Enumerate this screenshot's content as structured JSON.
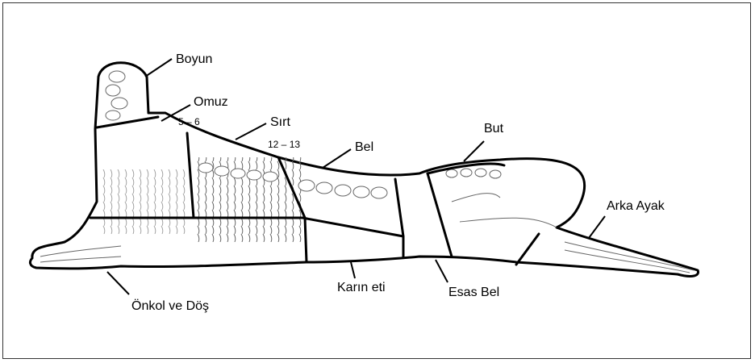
{
  "labels": {
    "boyun": "Boyun",
    "omuz": "Omuz",
    "rib_a": "5 – 6",
    "sirt": "Sırt",
    "rib_b": "12 – 13",
    "bel": "Bel",
    "but": "But",
    "arka_ayak": "Arka Ayak",
    "onkol": "Önkol ve Döş",
    "karin": "Karın eti",
    "esas_bel": "Esas Bel"
  }
}
